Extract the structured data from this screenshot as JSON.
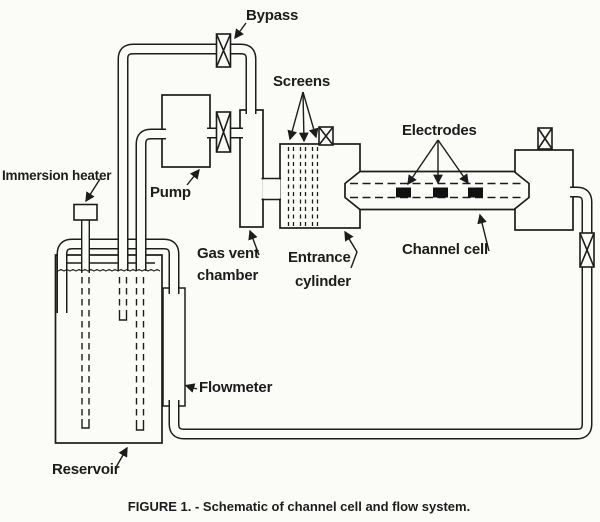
{
  "diagram": {
    "caption": "FIGURE 1. - Schematic of channel cell and flow system.",
    "labels": {
      "bypass": "Bypass",
      "screens": "Screens",
      "electrodes": "Electrodes",
      "immersion_heater": "Immersion heater",
      "pump": "Pump",
      "gas_vent_line1": "Gas vent",
      "gas_vent_line2": "chamber",
      "entrance_line1": "Entrance",
      "entrance_line2": "cylinder",
      "channel_cell": "Channel cell",
      "flowmeter": "Flowmeter",
      "reservoir": "Reservoir"
    },
    "counts": {
      "screens": 3,
      "electrodes": 3,
      "valves": 5
    },
    "colors": {
      "line": "#1c1c1c",
      "paper": "#fbfbf8",
      "electrode": "#111111"
    }
  }
}
